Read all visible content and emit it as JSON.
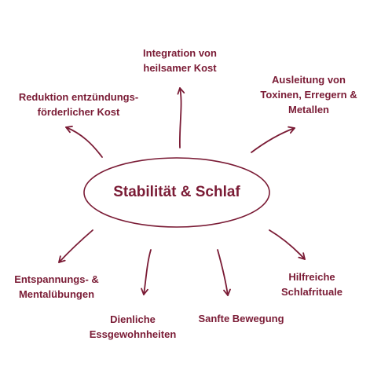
{
  "accent_color": "#7a1b35",
  "center_label": "Stabilität & Schlaf",
  "branches": [
    {
      "id": "integration",
      "lines": [
        "Integration von",
        "heilsamer Kost"
      ]
    },
    {
      "id": "reduktion",
      "lines": [
        "Reduktion entzündungs-",
        "förderlicher Kost"
      ]
    },
    {
      "id": "ausleitung",
      "lines": [
        "Ausleitung von",
        "Toxinen, Erregern &",
        "Metallen"
      ]
    },
    {
      "id": "entspannung",
      "lines": [
        "Entspannungs- &",
        "Mentalübungen"
      ]
    },
    {
      "id": "dienliche",
      "lines": [
        "Dienliche",
        "Essgewohnheiten"
      ]
    },
    {
      "id": "sanfte",
      "lines": [
        "Sanfte Bewegung"
      ]
    },
    {
      "id": "hilfreiche",
      "lines": [
        "Hilfreiche",
        "Schlafrituale"
      ]
    }
  ]
}
